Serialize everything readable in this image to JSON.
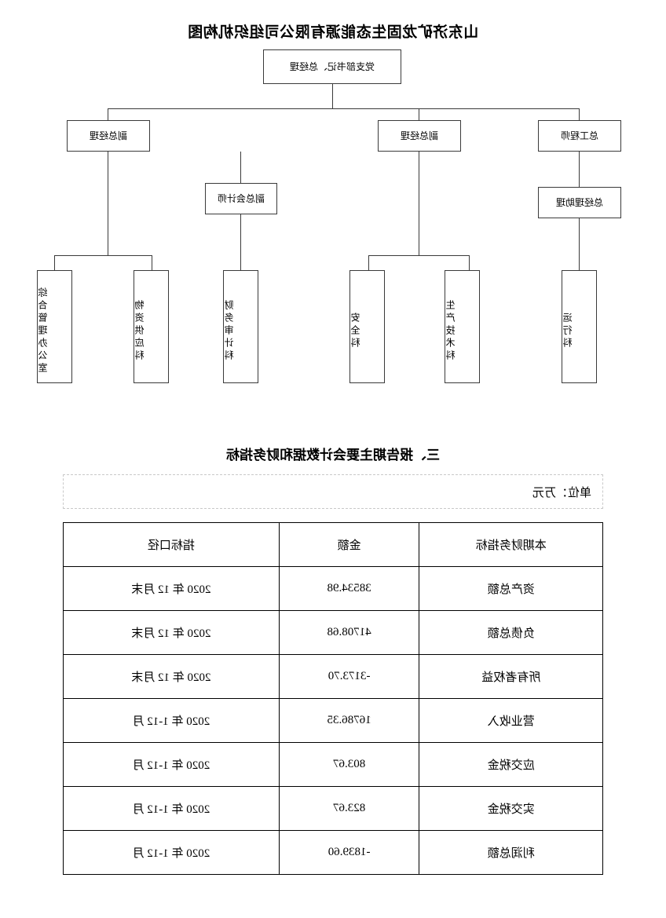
{
  "org_chart": {
    "title": "山东济矿龙固生态能源有限公司组织机构图",
    "nodes": {
      "root": "党支部书记、总经理",
      "chief_engineer": "总工程师",
      "deputy_gm_center": "副总经理",
      "deputy_gm_right": "副总经理",
      "gm_assistant": "总经理助理",
      "deputy_chief_accountant": "副总会计师",
      "dept_operations": "运行科",
      "dept_production_tech": "生产技术科",
      "dept_safety": "安全科",
      "dept_finance_audit": "财务审计科",
      "dept_material_supply": "物资供应科",
      "dept_general_admin": "综合管理办公室"
    }
  },
  "section": {
    "heading": "三、报告期主要会计数据和财务指标",
    "unit_label": "单位：万元"
  },
  "table": {
    "headers": [
      "本期财务指标",
      "金额",
      "指标口径"
    ],
    "rows": [
      {
        "metric": "资产总额",
        "amount": "38534.98",
        "basis": "2020 年 12 月末"
      },
      {
        "metric": "负债总额",
        "amount": "41708.68",
        "basis": "2020 年 12 月末"
      },
      {
        "metric": "所有者权益",
        "amount": "-3173.70",
        "basis": "2020 年 12 月末"
      },
      {
        "metric": "营业收入",
        "amount": "16786.35",
        "basis": "2020 年 1-12 月"
      },
      {
        "metric": "应交税金",
        "amount": "803.67",
        "basis": "2020 年 1-12 月"
      },
      {
        "metric": "实交税金",
        "amount": "823.67",
        "basis": "2020 年 1-12 月"
      },
      {
        "metric": "利润总额",
        "amount": "-1839.60",
        "basis": "2020 年 1-12 月"
      }
    ]
  }
}
